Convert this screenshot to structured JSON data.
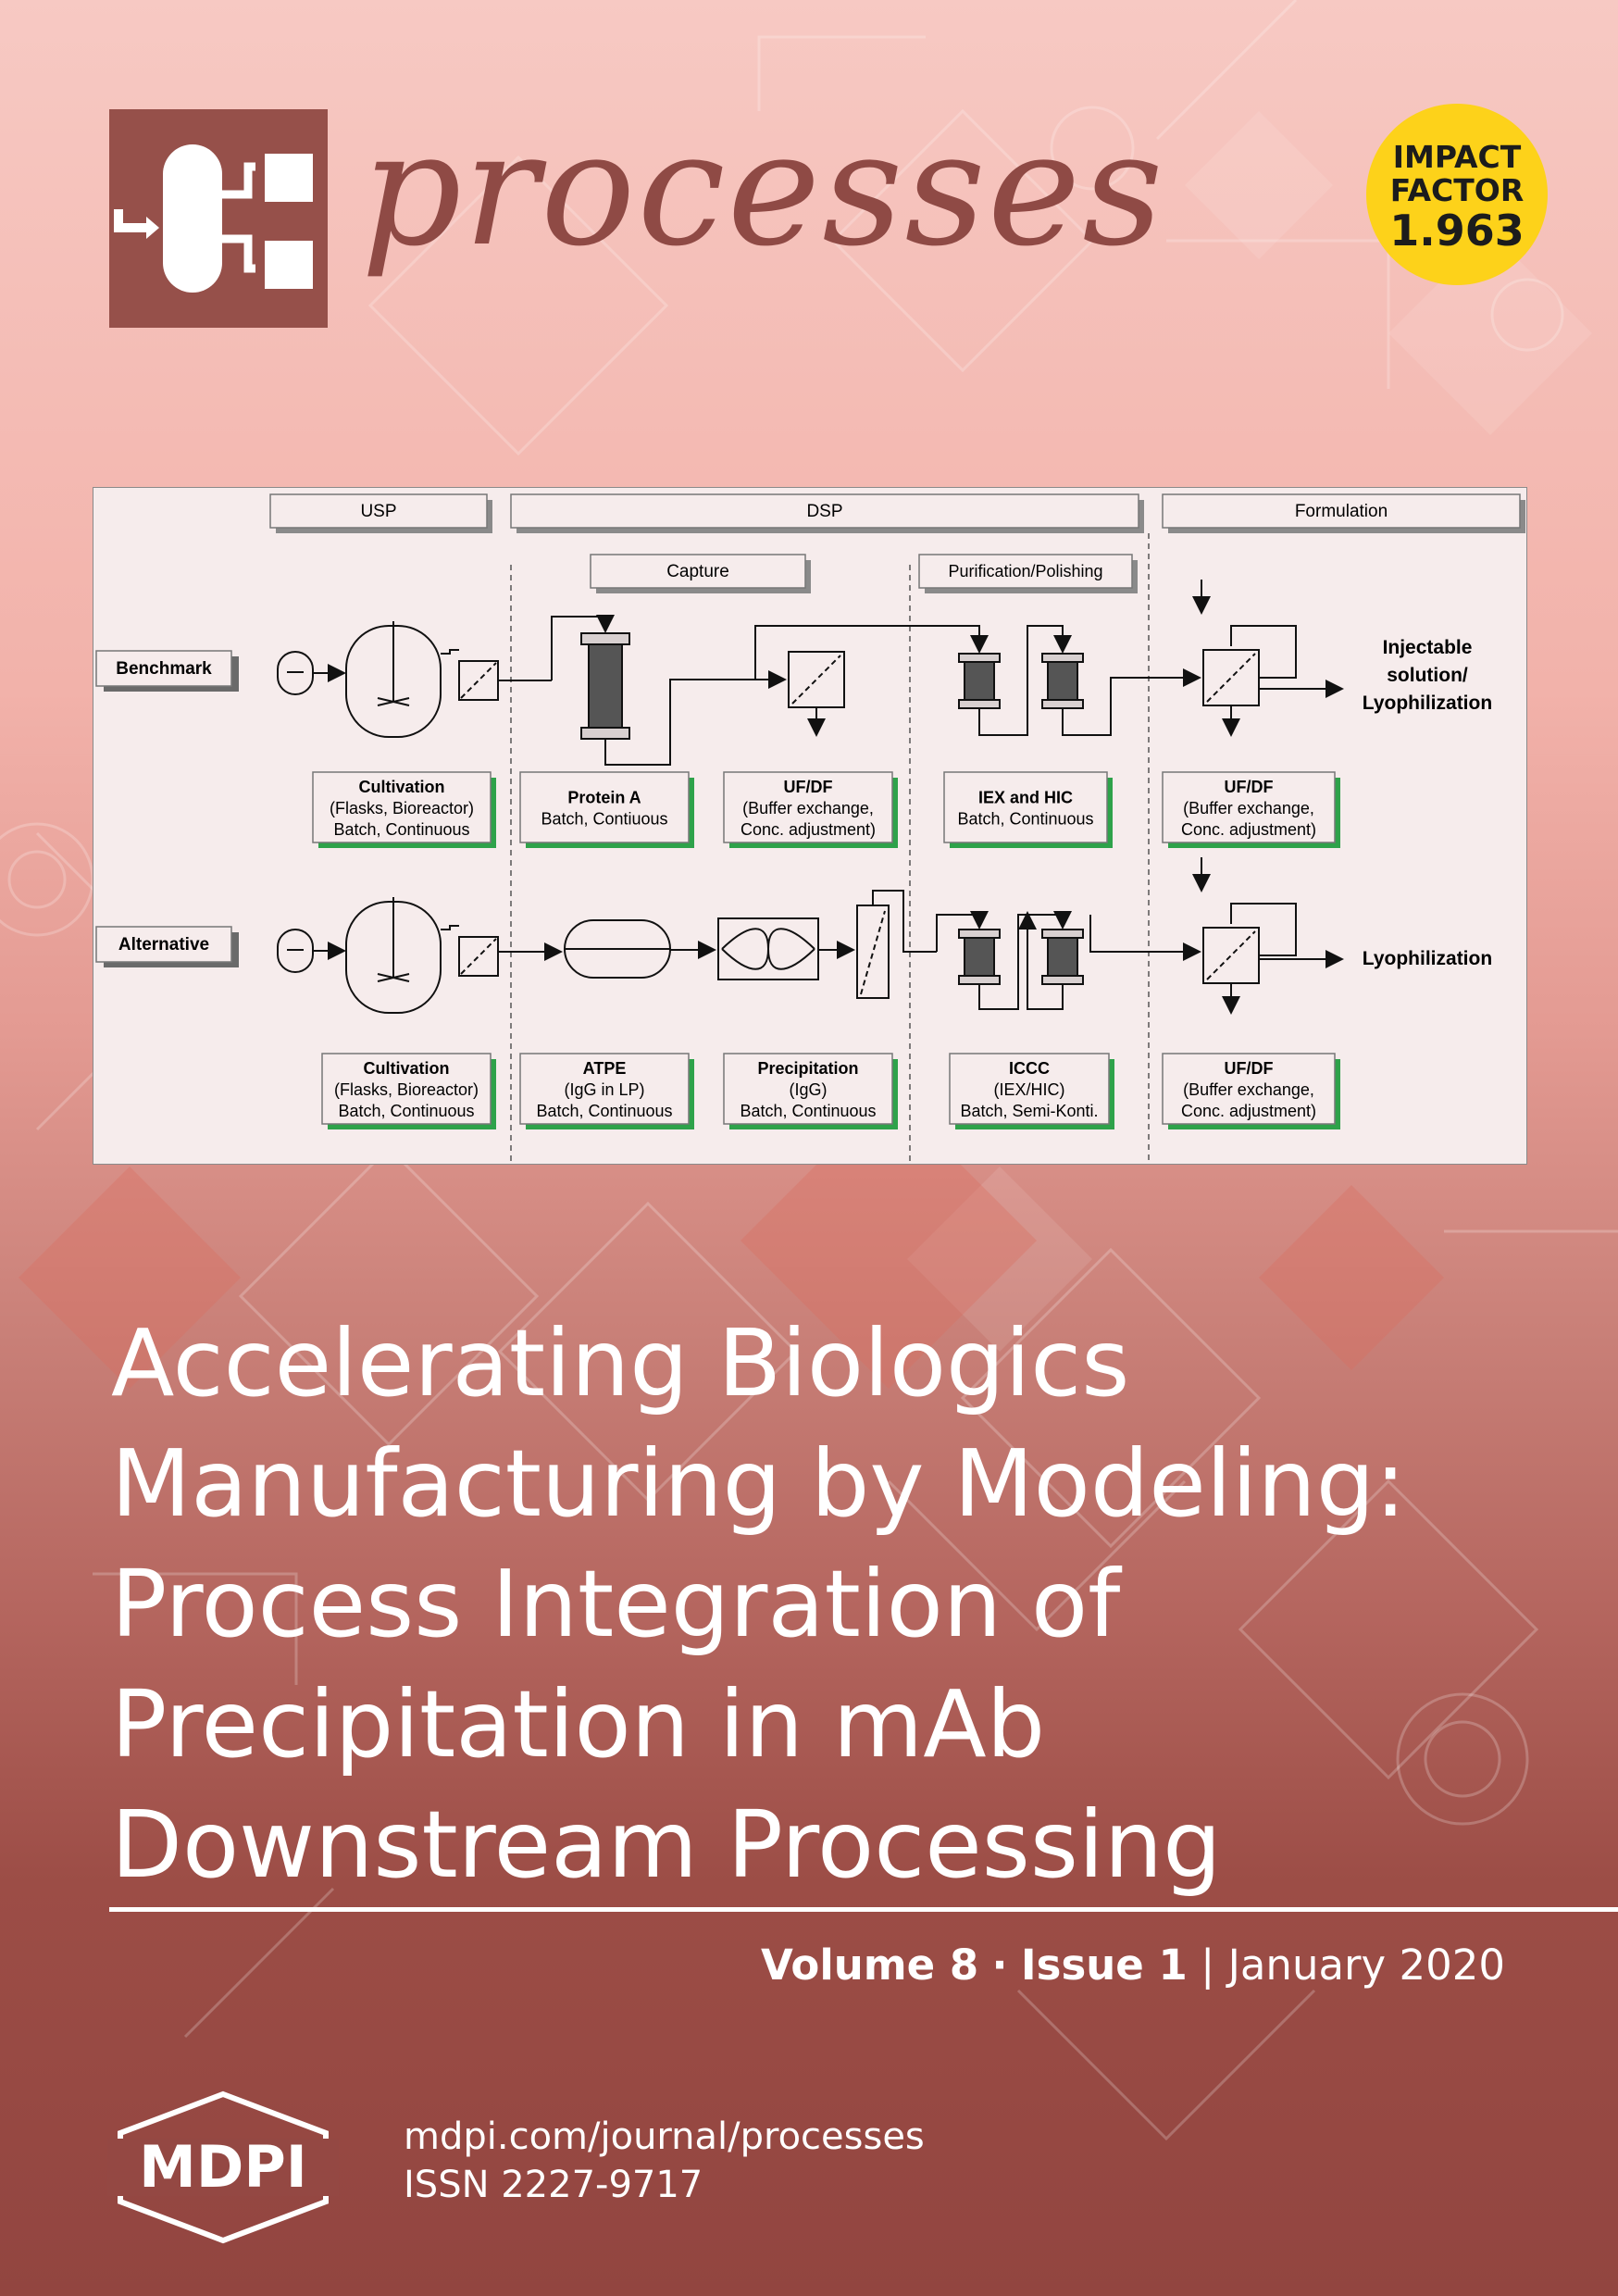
{
  "journal": {
    "name": "processes"
  },
  "impact": {
    "line1": "IMPACT",
    "line2": "FACTOR",
    "value": "1.963"
  },
  "diagram": {
    "phases": {
      "usp": "USP",
      "dsp": "DSP",
      "formulation": "Formulation"
    },
    "subphases": {
      "capture": "Capture",
      "purification": "Purification/Polishing"
    },
    "rows": {
      "benchmark": "Benchmark",
      "alternative": "Alternative"
    },
    "benchmark_steps": [
      {
        "l1": "Cultivation",
        "l2": "(Flasks, Bioreactor)",
        "l3": "Batch, Continuous"
      },
      {
        "l1": "Protein A",
        "l2": "Batch, Contiuous",
        "l3": ""
      },
      {
        "l1": "UF/DF",
        "l2": "(Buffer exchange,",
        "l3": "Conc. adjustment)"
      },
      {
        "l1": "IEX and HIC",
        "l2": "Batch, Continuous",
        "l3": ""
      },
      {
        "l1": "UF/DF",
        "l2": "(Buffer exchange,",
        "l3": "Conc. adjustment)"
      }
    ],
    "alternative_steps": [
      {
        "l1": "Cultivation",
        "l2": "(Flasks, Bioreactor)",
        "l3": "Batch, Continuous"
      },
      {
        "l1": "ATPE",
        "l2": "(IgG in LP)",
        "l3": "Batch, Continuous"
      },
      {
        "l1": "Precipitation",
        "l2": "(IgG)",
        "l3": "Batch, Continuous"
      },
      {
        "l1": "ICCC",
        "l2": "(IEX/HIC)",
        "l3": "Batch, Semi-Konti."
      },
      {
        "l1": "UF/DF",
        "l2": "(Buffer exchange,",
        "l3": "Conc. adjustment)"
      }
    ],
    "outputs": {
      "benchmark_l1": "Injectable",
      "benchmark_l2": "solution/",
      "benchmark_l3": "Lyophilization",
      "alternative": "Lyophilization"
    }
  },
  "article": {
    "title_lines": [
      "Accelerating Biologics",
      "Manufacturing by Modeling:",
      "Process Integration of",
      "Precipitation in mAb",
      "Downstream Processing"
    ]
  },
  "issue": {
    "volume": "Volume 8",
    "sep": "·",
    "issue": "Issue 1",
    "bar": "|",
    "date": "January 2020"
  },
  "publisher": {
    "logo_text": "MDPI",
    "url": "mdpi.com/journal/processes",
    "issn": "ISSN 2227-9717"
  }
}
